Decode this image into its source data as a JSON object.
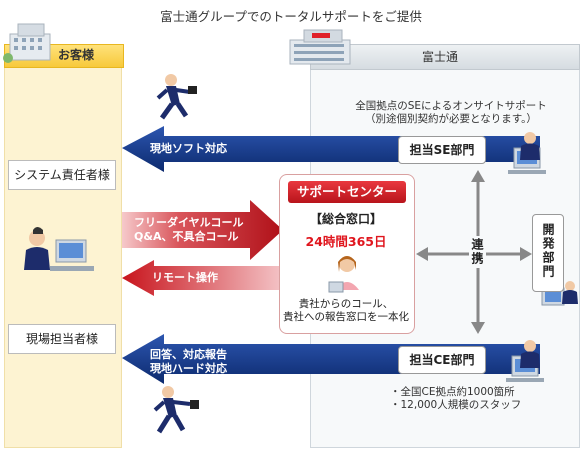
{
  "title": "富士通グループでのトータルサポートをご提供",
  "customer": {
    "header": "お客様",
    "system_manager": "システム責任者様",
    "site_manager": "現場担当者様"
  },
  "fujitsu": {
    "header": "富士通",
    "se_note_line1": "全国拠点のSEによるオンサイトサポート",
    "se_note_line2": "（別途個別契約が必要となります。）",
    "se_dept": "担当SE部門",
    "ce_dept": "担当CE部門",
    "dev_dept": "開発部門",
    "coordination": "連携",
    "ce_note_line1": "・全国CE拠点約1000箇所",
    "ce_note_line2": "・12,000人規模のスタッフ"
  },
  "arrows": {
    "soft": "現地ソフト対応",
    "freedial_line1": "フリーダイヤルコール",
    "freedial_line2": "Q&A、不具合コール",
    "remote": "リモート操作",
    "report_line1": "回答、対応報告",
    "report_line2": "現地ハード対応"
  },
  "support_center": {
    "title": "サポートセンター",
    "subtitle": "【総合窓口】",
    "hours": "24時間365日",
    "desc_line1": "貴社からのコール、",
    "desc_line2": "貴社への報告窓口を一本化"
  },
  "colors": {
    "blue_arrow": "#123a8c",
    "red_arrow": "#c8141c",
    "customer_bg": "#fdf3d2",
    "customer_header": "#f7c93b"
  }
}
